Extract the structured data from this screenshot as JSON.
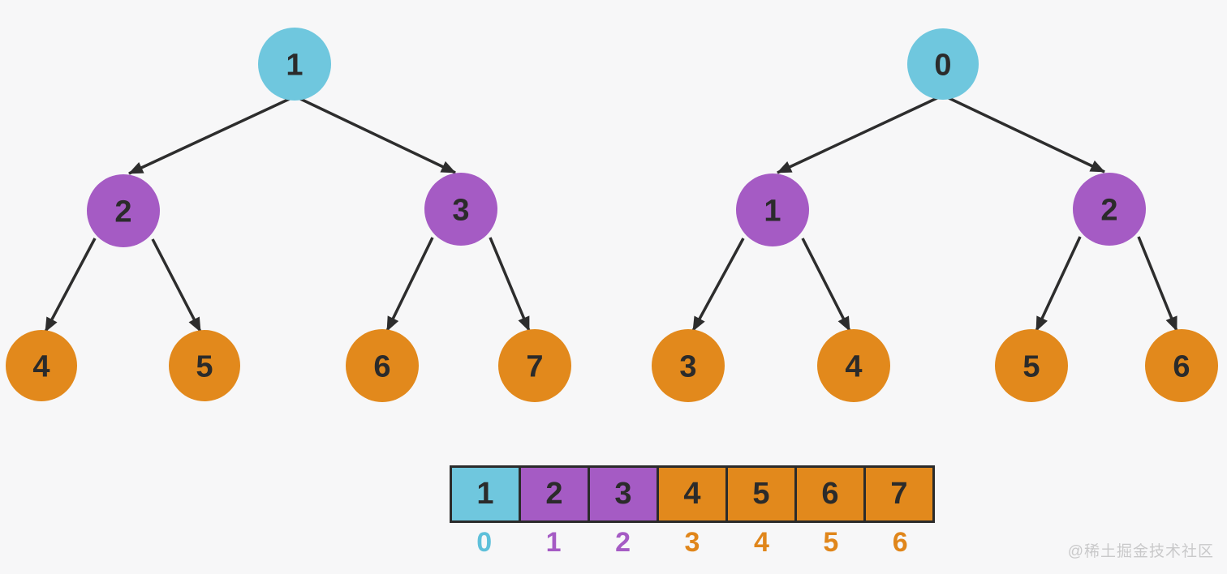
{
  "colors": {
    "cyan": "#6fc7de",
    "purple": "#a55bc4",
    "orange": "#e2891c",
    "edge": "#2d2d2d",
    "node_text": "#2b2b2b",
    "cell_border": "#2b2b2b",
    "background": "#f7f7f8",
    "watermark_text_color": "#c9c9ca",
    "index_cyan": "#5fc0da",
    "index_purple": "#a55bc4",
    "index_orange": "#e0861b"
  },
  "trees": [
    {
      "name": "binary-tree-node-values",
      "root": {
        "value": "1",
        "color": "#6fc7de"
      },
      "children": [
        {
          "value": "2",
          "color": "#a55bc4"
        },
        {
          "value": "3",
          "color": "#a55bc4"
        }
      ],
      "leaves": [
        {
          "value": "4",
          "color": "#e2891c"
        },
        {
          "value": "5",
          "color": "#e2891c"
        },
        {
          "value": "6",
          "color": "#e2891c"
        },
        {
          "value": "7",
          "color": "#e2891c"
        }
      ]
    },
    {
      "name": "binary-tree-array-indices",
      "root": {
        "value": "0",
        "color": "#6fc7de"
      },
      "children": [
        {
          "value": "1",
          "color": "#a55bc4"
        },
        {
          "value": "2",
          "color": "#a55bc4"
        }
      ],
      "leaves": [
        {
          "value": "3",
          "color": "#e2891c"
        },
        {
          "value": "4",
          "color": "#e2891c"
        },
        {
          "value": "5",
          "color": "#e2891c"
        },
        {
          "value": "6",
          "color": "#e2891c"
        }
      ]
    }
  ],
  "array": {
    "cells": [
      {
        "value": "1",
        "color": "#6fc7de"
      },
      {
        "value": "2",
        "color": "#a55bc4"
      },
      {
        "value": "3",
        "color": "#a55bc4"
      },
      {
        "value": "4",
        "color": "#e2891c"
      },
      {
        "value": "5",
        "color": "#e2891c"
      },
      {
        "value": "6",
        "color": "#e2891c"
      },
      {
        "value": "7",
        "color": "#e2891c"
      }
    ],
    "indices": [
      {
        "value": "0",
        "color": "#5fc0da"
      },
      {
        "value": "1",
        "color": "#a55bc4"
      },
      {
        "value": "2",
        "color": "#a55bc4"
      },
      {
        "value": "3",
        "color": "#e0861b"
      },
      {
        "value": "4",
        "color": "#e0861b"
      },
      {
        "value": "5",
        "color": "#e0861b"
      },
      {
        "value": "6",
        "color": "#e0861b"
      }
    ]
  },
  "watermark": {
    "text": "@稀土掘金技术社区"
  }
}
